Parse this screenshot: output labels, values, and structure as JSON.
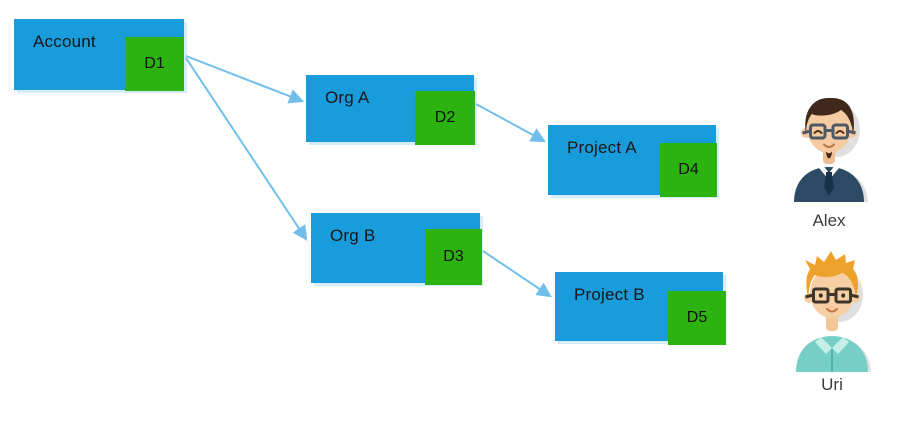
{
  "diagram": {
    "nodes": [
      {
        "id": "account",
        "label": "Account",
        "token": "D1"
      },
      {
        "id": "org-a",
        "label": "Org A",
        "token": "D2"
      },
      {
        "id": "project-a",
        "label": "Project A",
        "token": "D4"
      },
      {
        "id": "org-b",
        "label": "Org B",
        "token": "D3"
      },
      {
        "id": "project-b",
        "label": "Project B",
        "token": "D5"
      }
    ],
    "edges": [
      {
        "from": "Account",
        "to": "Org A"
      },
      {
        "from": "Account",
        "to": "Org B"
      },
      {
        "from": "Org A",
        "to": "Project A"
      },
      {
        "from": "Org B",
        "to": "Project B"
      }
    ]
  },
  "users": [
    {
      "name": "Alex"
    },
    {
      "name": "Uri"
    }
  ],
  "colors": {
    "node_blue": "#199CDB",
    "token_green": "#2CB30F",
    "arrow_blue": "#6FBFEA",
    "label_text": "#161616",
    "name_text": "#3C3C3C"
  }
}
